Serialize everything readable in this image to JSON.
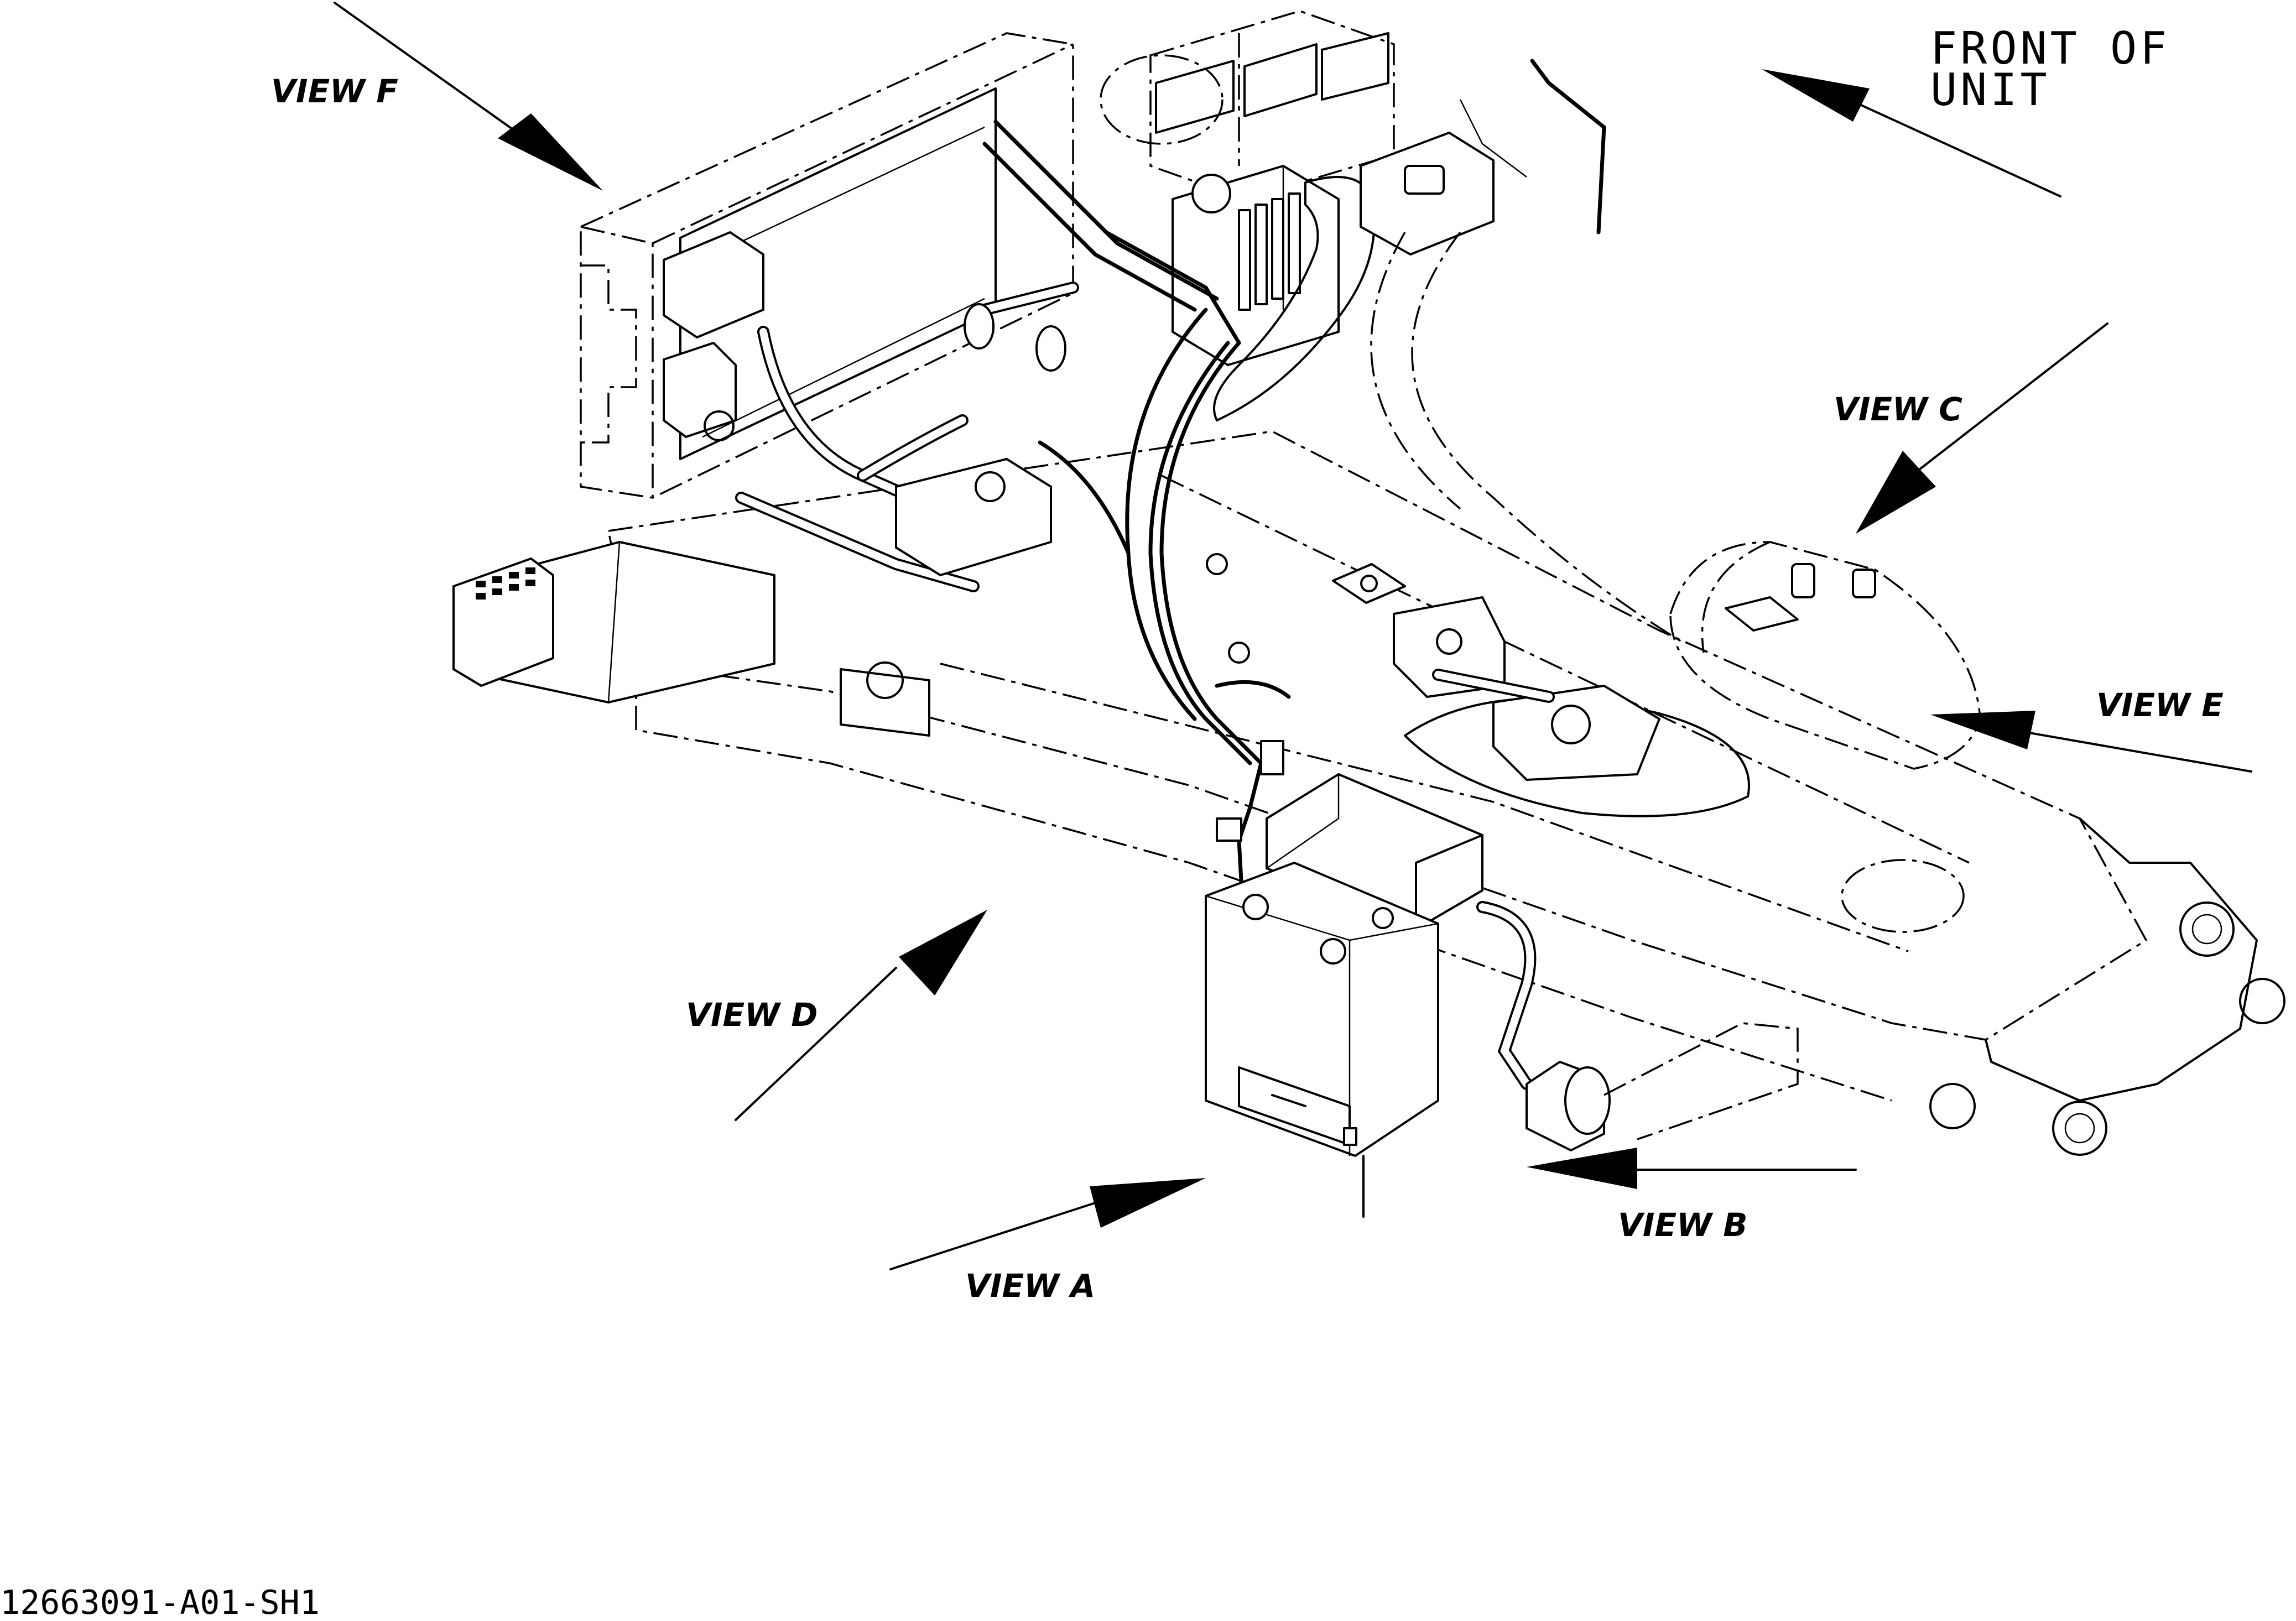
{
  "labels": {
    "front_of_unit_line1": "FRONT OF",
    "front_of_unit_line2": "UNIT",
    "view_a": "VIEW A",
    "view_b": "VIEW B",
    "view_c": "VIEW C",
    "view_d": "VIEW D",
    "view_e": "VIEW E",
    "view_f": "VIEW F"
  },
  "drawing_id": "12663091-A01-SH1"
}
